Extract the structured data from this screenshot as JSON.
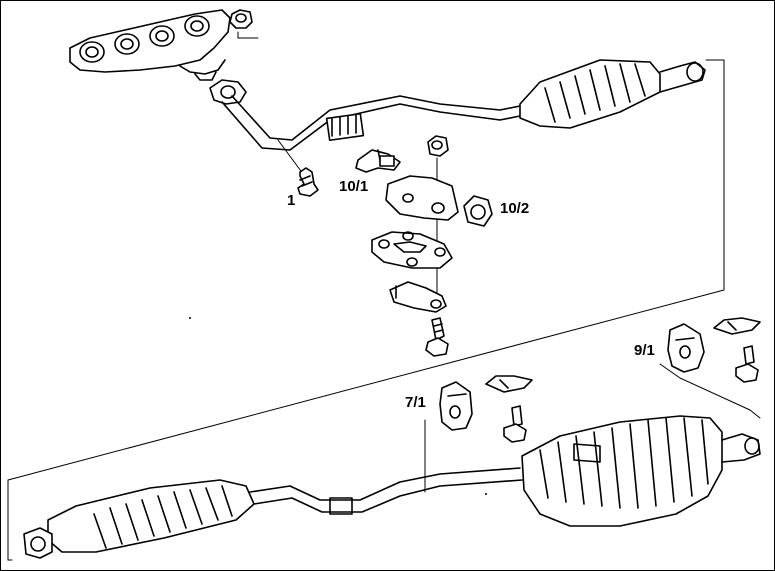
{
  "labels": {
    "part_1": "1",
    "part_10_1": "10/1",
    "part_10_2": "10/2",
    "part_9_1": "9/1",
    "part_7_1": "7/1"
  },
  "colors": {
    "ink": "#000000",
    "paper": "#ffffff"
  }
}
